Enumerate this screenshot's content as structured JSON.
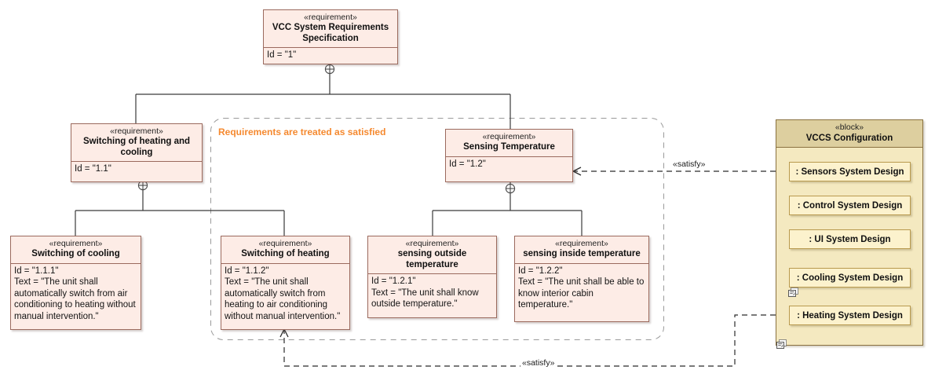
{
  "diagram": {
    "type": "SysML Requirement Diagram",
    "annotation": "Requirements are treated as satisfied",
    "stereotype_requirement": "«requirement»",
    "stereotype_block": "«block»",
    "stereotype_satisfy": "«satisfy»"
  },
  "requirements": {
    "root": {
      "stereotype": "«requirement»",
      "name": "VCC System Requirements Specification",
      "body": "Id = \"1\""
    },
    "switching": {
      "stereotype": "«requirement»",
      "name": "Switching of heating and cooling",
      "body": "Id = \"1.1\""
    },
    "sensing": {
      "stereotype": "«requirement»",
      "name": "Sensing Temperature",
      "body": "Id = \"1.2\""
    },
    "switching_cooling": {
      "stereotype": "«requirement»",
      "name": "Switching of cooling",
      "body": "Id = \"1.1.1\"\nText = \"The unit shall automatically switch from air conditioning to heating without manual intervention.\""
    },
    "switching_heating": {
      "stereotype": "«requirement»",
      "name": "Switching of heating",
      "body": "Id = \"1.1.2\"\nText = \"The unit shall automatically switch from heating to air conditioning without manual intervention.\""
    },
    "sensing_outside": {
      "stereotype": "«requirement»",
      "name": "sensing outside temperature",
      "body": "Id = \"1.2.1\"\nText = \"The unit shall know outside temperature.\""
    },
    "sensing_inside": {
      "stereotype": "«requirement»",
      "name": "sensing inside temperature",
      "body": "Id = \"1.2.2\"\nText = \"The unit shall be able to know interior cabin temperature.\""
    }
  },
  "block": {
    "stereotype": "«block»",
    "name": "VCCS Configuration",
    "parts": [
      {
        "label": ": Sensors System Design",
        "has_icon": false
      },
      {
        "label": ": Control System Design",
        "has_icon": false
      },
      {
        "label": ": UI System Design",
        "has_icon": false
      },
      {
        "label": ": Cooling System Design",
        "has_icon": true
      },
      {
        "label": ": Heating System Design",
        "has_icon": true
      }
    ]
  },
  "edges": {
    "satisfy_top_label": "«satisfy»",
    "satisfy_bottom_label": "«satisfy»"
  },
  "colors": {
    "requirement_fill": "#fdece6",
    "requirement_border": "#9b6a5e",
    "block_header_fill": "#ddcf9f",
    "block_fill": "#f4e9c0",
    "part_fill": "#fcf2cd",
    "part_border": "#b99a4e",
    "annotation": "#f5892f",
    "line": "#3a3a3a"
  }
}
